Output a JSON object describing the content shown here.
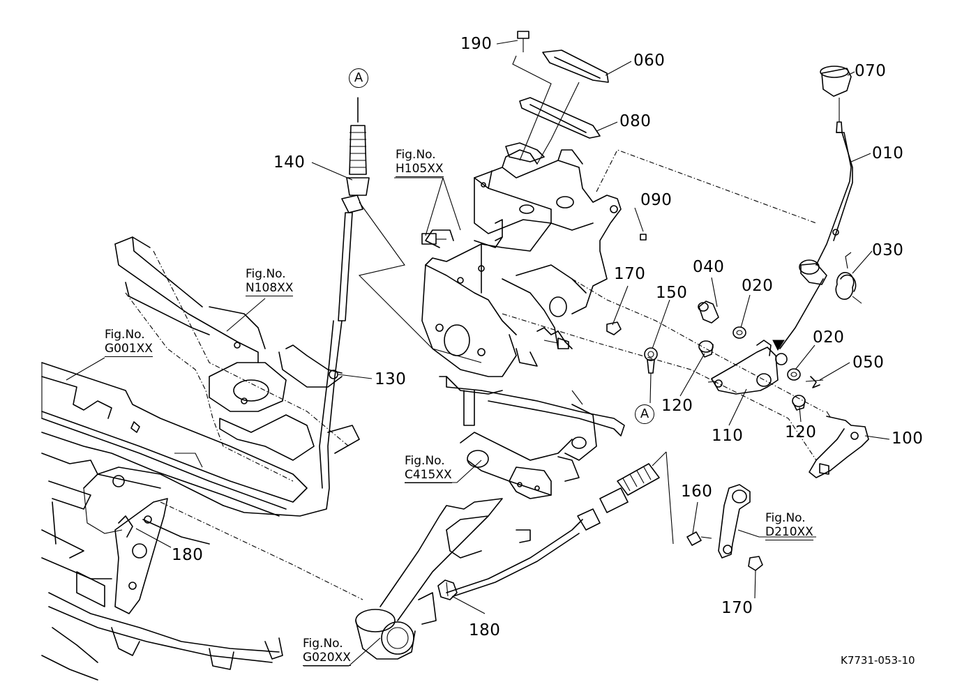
{
  "callouts": [
    {
      "id": "010",
      "text": "010"
    },
    {
      "id": "020a",
      "text": "020"
    },
    {
      "id": "020b",
      "text": "020"
    },
    {
      "id": "030",
      "text": "030"
    },
    {
      "id": "040",
      "text": "040"
    },
    {
      "id": "050",
      "text": "050"
    },
    {
      "id": "060",
      "text": "060"
    },
    {
      "id": "070",
      "text": "070"
    },
    {
      "id": "080",
      "text": "080"
    },
    {
      "id": "090",
      "text": "090"
    },
    {
      "id": "100",
      "text": "100"
    },
    {
      "id": "110",
      "text": "110"
    },
    {
      "id": "120a",
      "text": "120"
    },
    {
      "id": "120b",
      "text": "120"
    },
    {
      "id": "130",
      "text": "130"
    },
    {
      "id": "140",
      "text": "140"
    },
    {
      "id": "150",
      "text": "150"
    },
    {
      "id": "160",
      "text": "160"
    },
    {
      "id": "170a",
      "text": "170"
    },
    {
      "id": "170b",
      "text": "170"
    },
    {
      "id": "180a",
      "text": "180"
    },
    {
      "id": "180b",
      "text": "180"
    },
    {
      "id": "190",
      "text": "190"
    }
  ],
  "figure_refs": [
    {
      "id": "h105",
      "prefix": "Fig.No.",
      "code": "H105XX"
    },
    {
      "id": "n108",
      "prefix": "Fig.No.",
      "code": "N108XX"
    },
    {
      "id": "g001",
      "prefix": "Fig.No.",
      "code": "G001XX"
    },
    {
      "id": "c415",
      "prefix": "Fig.No.",
      "code": "C415XX"
    },
    {
      "id": "d210",
      "prefix": "Fig.No.",
      "code": "D210XX"
    },
    {
      "id": "g020",
      "prefix": "Fig.No.",
      "code": "G020XX"
    }
  ],
  "connection_markers": [
    {
      "id": "a-top",
      "text": "A"
    },
    {
      "id": "a-bottom",
      "text": "A"
    }
  ],
  "drawing_number": "K7731-053-10"
}
